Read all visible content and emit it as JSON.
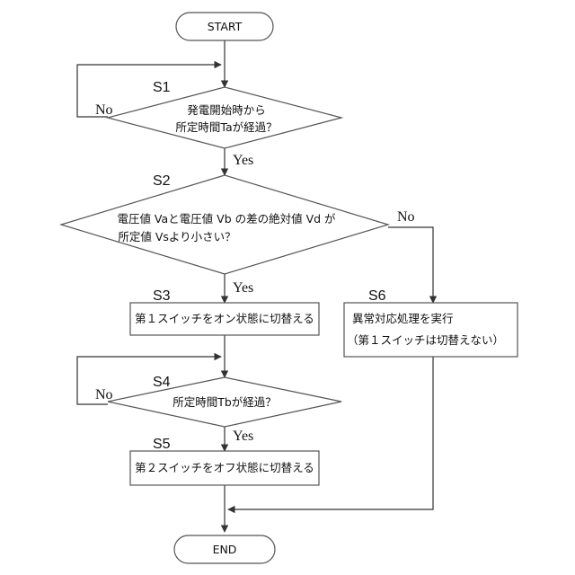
{
  "terminals": {
    "start": "START",
    "end": "END"
  },
  "steps": {
    "s1": {
      "id": "S1",
      "line1": "発電開始時から",
      "line2": "所定時間Taが経過？"
    },
    "s2": {
      "id": "S2",
      "line1": "電圧値 Vaと電圧値 Vb の差の絶対値 Vd が",
      "line2": "所定値 Vsより小さい？"
    },
    "s3": {
      "id": "S3",
      "text": "第１スイッチをオン状態に切替える"
    },
    "s4": {
      "id": "S4",
      "text": "所定時間Tbが経過？"
    },
    "s5": {
      "id": "S5",
      "text": "第２スイッチをオフ状態に切替える"
    },
    "s6": {
      "id": "S6",
      "line1": "異常対応処理を実行",
      "line2": "（第１スイッチは切替えない）"
    }
  },
  "branches": {
    "s1_no": "No",
    "s1_yes": "Yes",
    "s2_no": "No",
    "s2_yes": "Yes",
    "s4_no": "No",
    "s4_yes": "Yes"
  }
}
